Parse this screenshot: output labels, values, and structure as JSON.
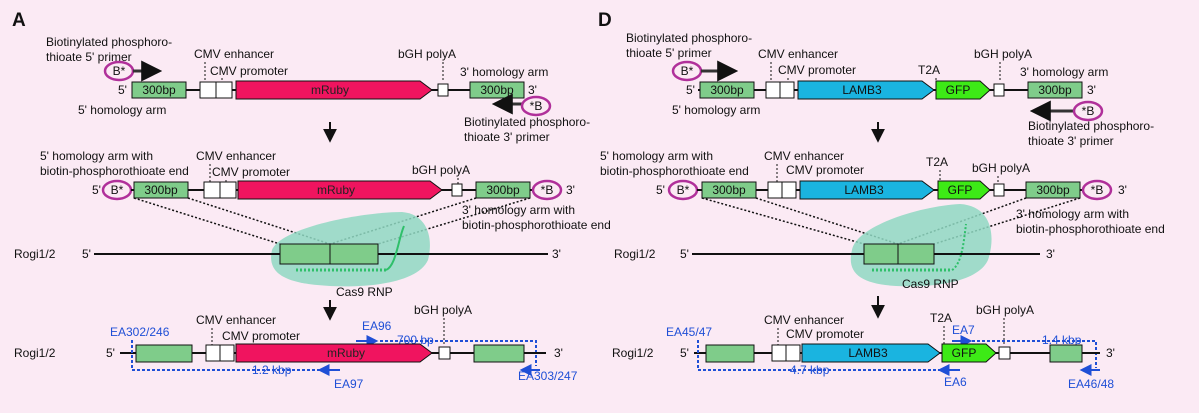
{
  "colors": {
    "background": "#fbeaf4",
    "homology_box": "#7fcc8a",
    "mruby": "#f0145f",
    "lamb3": "#1ab4e0",
    "gfp": "#3dea16",
    "biotin_ring": "#b0309a",
    "cas9": "#8fd8c2",
    "primer_blue": "#1f4fd6"
  },
  "panelA": {
    "letter": "A",
    "row1": {
      "primer5": "Biotinylated phosphoro-\nthioate 5' primer",
      "enhancer": "CMV enhancer",
      "promoter": "CMV promoter",
      "polya": "bGH polyA",
      "arm3": "3' homology arm",
      "arm5": "5' homology arm",
      "primer3": "Biotinylated phosphoro-\nthioate 3' primer",
      "bp_left": "300bp",
      "bp_right": "300bp",
      "gene": "mRuby",
      "end5": "5'",
      "end3": "3'",
      "b_left": "B*",
      "b_right": "*B"
    },
    "row2": {
      "arm5": "5' homology arm with\nbiotin-phosphorothioate end",
      "enhancer": "CMV enhancer",
      "promoter": "CMV promoter",
      "polya": "bGH polyA",
      "arm3": "3' homology arm with\nbiotin-phosphorothioate end",
      "bp_left": "300bp",
      "bp_right": "300bp",
      "gene": "mRuby",
      "end5": "5'",
      "end3": "3'",
      "b_left": "B*",
      "b_right": "*B"
    },
    "row3": {
      "locus": "Rogi1/2",
      "end5": "5'",
      "end3": "3'",
      "cas9": "Cas9 RNP"
    },
    "row4": {
      "locus": "Rogi1/2",
      "end5": "5'",
      "end3": "3'",
      "enhancer": "CMV enhancer",
      "promoter": "CMV promoter",
      "polya": "bGH polyA",
      "gene": "mRuby",
      "primer_fwd_out": "EA302/246",
      "primer_fwd_in": "EA96",
      "primer_rev_in": "EA97",
      "primer_rev_out": "EA303/247",
      "amplicon_short": "700 bp",
      "amplicon_long": "1.2 kbp"
    }
  },
  "panelD": {
    "letter": "D",
    "row1": {
      "primer5": "Biotinylated phosphoro-\nthioate 5' primer",
      "enhancer": "CMV enhancer",
      "promoter": "CMV promoter",
      "t2a": "T2A",
      "polya": "bGH polyA",
      "arm3": "3' homology arm",
      "arm5": "5' homology arm",
      "primer3": "Biotinylated phosphoro-\nthioate 3' primer",
      "bp_left": "300bp",
      "bp_right": "300bp",
      "gene": "LAMB3",
      "gene2": "GFP",
      "end5": "5'",
      "end3": "3'",
      "b_left": "B*",
      "b_right": "*B"
    },
    "row2": {
      "arm5": "5' homology arm with\nbiotin-phosphorothioate end",
      "enhancer": "CMV enhancer",
      "promoter": "CMV promoter",
      "t2a": "T2A",
      "polya": "bGH polyA",
      "arm3": "3' homology arm with\nbiotin-phosphorothioate end",
      "bp_left": "300bp",
      "bp_right": "300bp",
      "gene": "LAMB3",
      "gene2": "GFP",
      "end5": "5'",
      "end3": "3'",
      "b_left": "B*",
      "b_right": "*B"
    },
    "row3": {
      "locus": "Rogi1/2",
      "end5": "5'",
      "end3": "3'",
      "cas9": "Cas9 RNP"
    },
    "row4": {
      "locus": "Rogi1/2",
      "end5": "5'",
      "end3": "3'",
      "enhancer": "CMV enhancer",
      "promoter": "CMV promoter",
      "t2a": "T2A",
      "polya": "bGH polyA",
      "gene": "LAMB3",
      "gene2": "GFP",
      "primer_fwd_out": "EA45/47",
      "primer_fwd_in": "EA7",
      "primer_rev_in": "EA6",
      "primer_rev_out": "EA46/48",
      "amplicon_short": "1.4 kbp",
      "amplicon_long": "4.7 kbp"
    }
  }
}
